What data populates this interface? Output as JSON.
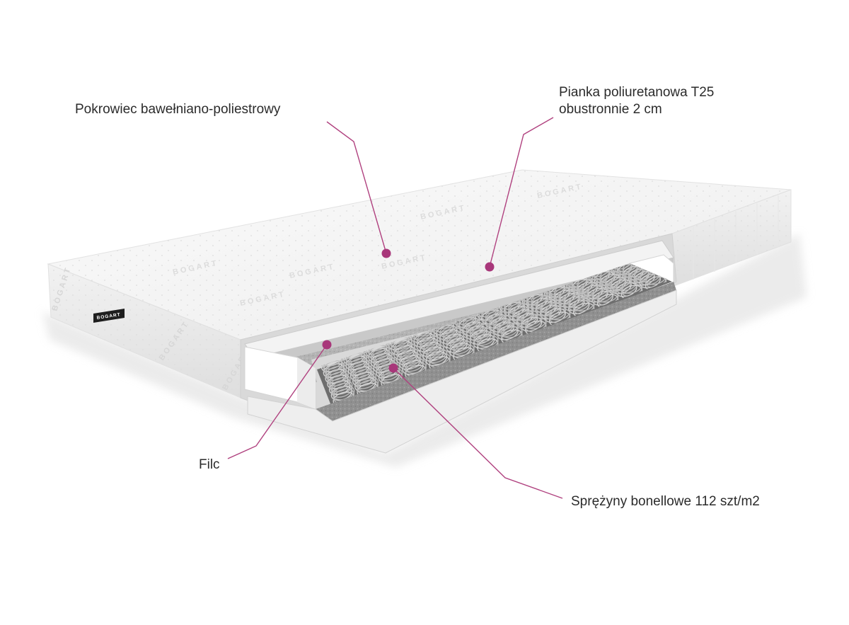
{
  "diagram": {
    "brand": "BOGART",
    "callouts": [
      {
        "id": "cover",
        "lines": [
          "Pokrowiec bawełniano-poliestrowy"
        ]
      },
      {
        "id": "foam",
        "lines": [
          "Pianka poliuretanowa T25",
          "obustronnie 2 cm"
        ]
      },
      {
        "id": "felt",
        "lines": [
          "Filc"
        ]
      },
      {
        "id": "springs",
        "lines": [
          "Sprężyny bonellowe 112 szt/m2"
        ]
      }
    ]
  },
  "colors": {
    "leader": "#b0417f",
    "dot": "#a8377a",
    "cover": "#f4f4f4",
    "felt": "#8f8f8f",
    "spring": "#555555",
    "brand_tag": "#1e1e1e"
  }
}
